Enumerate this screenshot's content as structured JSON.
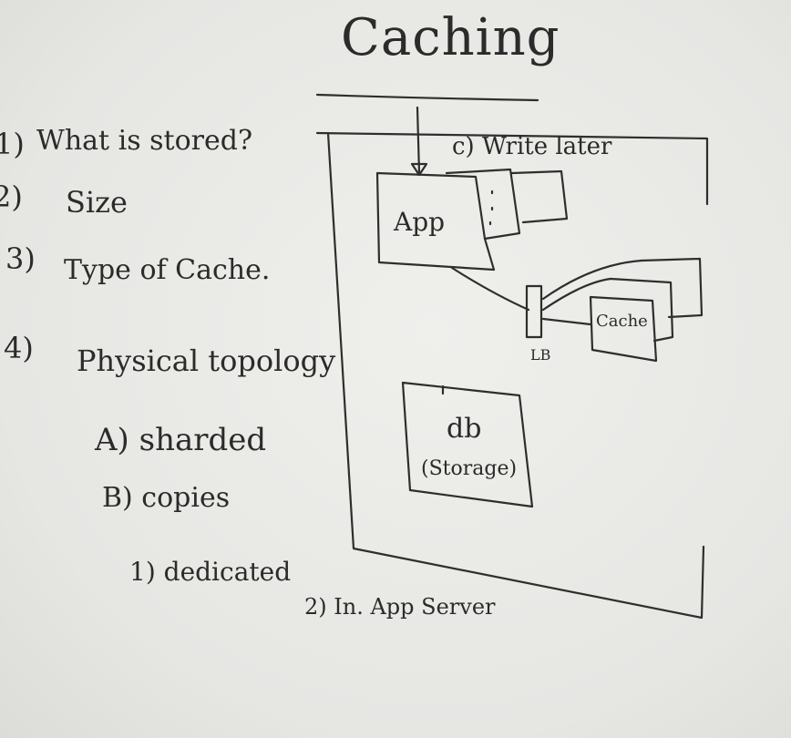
{
  "title": "Caching",
  "list": {
    "q1": "What is stored?",
    "q2": "Size",
    "q3": "Type of Cache.",
    "q4": "Physical topology",
    "num1": "1)",
    "num2": "2)",
    "num3": "3)",
    "num4": "4)",
    "sub_a": "A) sharded",
    "sub_b": "B) copies",
    "sub_b1": "1) dedicated",
    "sub_b2": "2) In. App Server"
  },
  "diagram": {
    "write_later": "c) Write later",
    "app": "App",
    "lb": "LB",
    "cache": "Cache",
    "db": "db",
    "storage": "(Storage)"
  }
}
